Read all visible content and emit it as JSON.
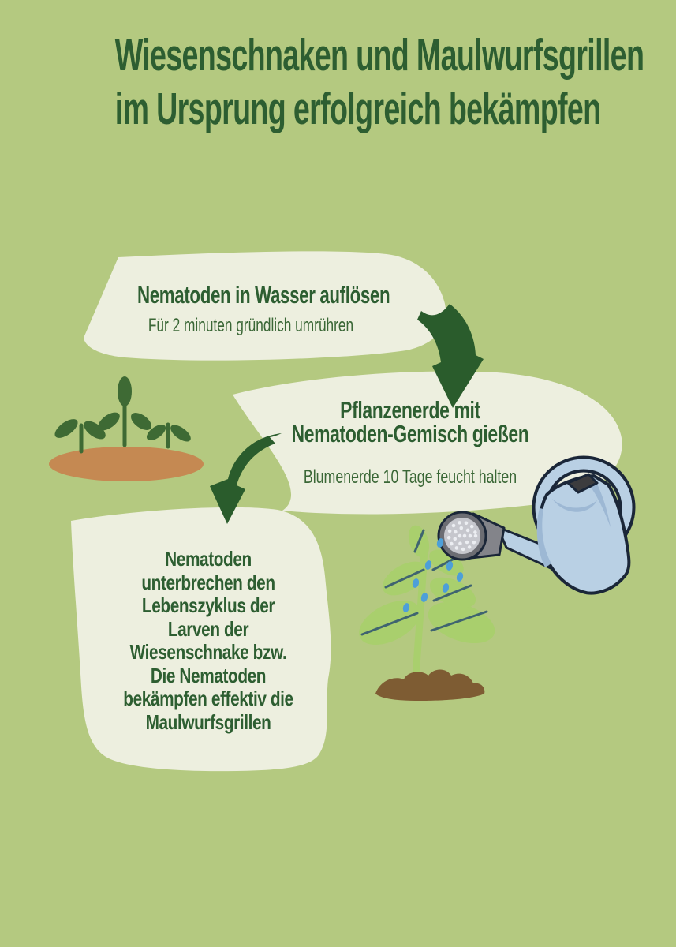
{
  "title": {
    "line1": "Wiesenschnaken und Maulwurfsgrillen",
    "line2": "im Ursprung erfolgreich bekämpfen"
  },
  "steps": [
    {
      "heading_lines": [
        "Nematoden in Wasser auflösen"
      ],
      "subtext": "Für 2 minuten gründlich umrühren"
    },
    {
      "heading_lines": [
        "Pflanzenerde mit",
        "Nematoden-Gemisch gießen"
      ],
      "subtext": "Blumenerde 10 Tage feucht halten"
    },
    {
      "heading_lines": [
        "Nematoden",
        "unterbrechen den",
        "Lebenszyklus der",
        "Larven der",
        "Wiesenschnake bzw.",
        "Die Nematoden",
        "bekämpfen effektiv die",
        "Maulwurfsgrillen"
      ]
    }
  ],
  "illustrations": {
    "seedlings": "seedlings-on-soil-mound",
    "arrow1": "curved-arrow-step1-to-step2",
    "arrow2": "curved-arrow-step2-to-step3",
    "plant": "watered-plant",
    "watering_can": "watering-can"
  },
  "colors": {
    "bg": "#b4c980",
    "blob": "#edefdf",
    "ink": "#2d5e31",
    "sub": "#3a6736",
    "arrow": "#2a5c2c",
    "sprout": "#3e6a34",
    "mound": "#c58952",
    "plant": "#a9cf6d",
    "vein": "#3f6470",
    "drop": "#4d9fd8",
    "soil": "#7e5c33",
    "can": "#b9d0e4",
    "canshade": "#9db8d4",
    "canline": "#1a2638",
    "rosering": "#6c6d73",
    "roseface": "#c6c7cd",
    "rosedots": "#eceef2",
    "rosecone": "#83848a",
    "canopening": "#3c3c3e"
  }
}
